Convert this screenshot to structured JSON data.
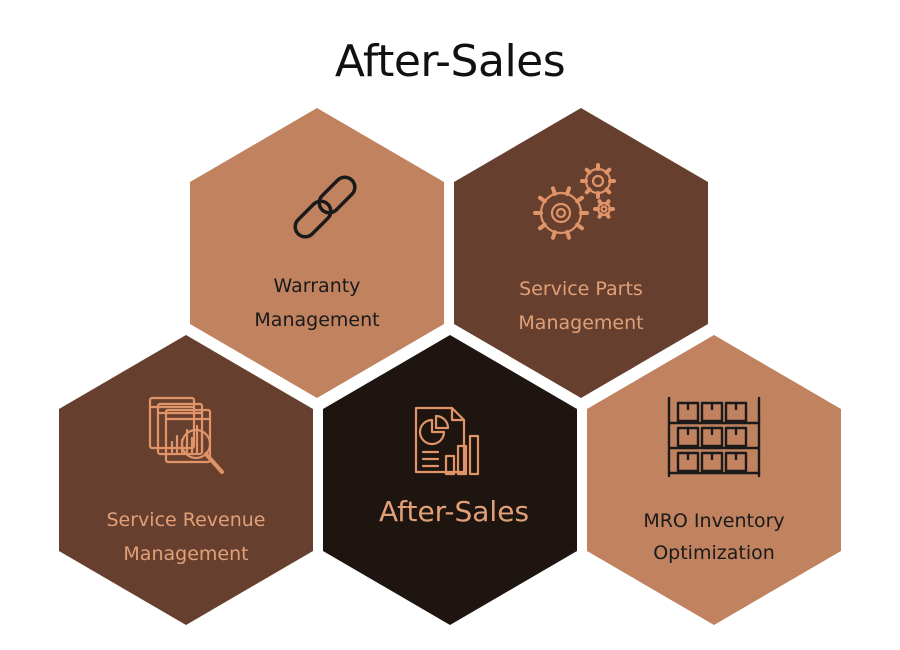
{
  "title": "After-Sales",
  "colors": {
    "light": "#c18260",
    "dark": "#673f2f",
    "center": "#1e1410",
    "text_on_light": "#1a1a1a",
    "text_on_dark": "#e2a078",
    "icon_on_light": "#1a1a1a",
    "icon_on_dark": "#e09468"
  },
  "hexagons": [
    {
      "id": "warranty",
      "tone": "light",
      "icon": "chain-link-icon",
      "lines": [
        "Warranty",
        "Management"
      ]
    },
    {
      "id": "service-parts",
      "tone": "dark",
      "icon": "gears-icon",
      "lines": [
        "Service Parts",
        "Management"
      ]
    },
    {
      "id": "service-revenue",
      "tone": "dark",
      "icon": "revenue-analytics-icon",
      "lines": [
        "Service Revenue",
        "Management"
      ]
    },
    {
      "id": "after-sales",
      "tone": "center",
      "icon": "report-chart-icon",
      "lines": [
        "After-Sales"
      ]
    },
    {
      "id": "mro",
      "tone": "light",
      "icon": "warehouse-shelves-icon",
      "lines": [
        "MRO Inventory",
        "Optimization"
      ]
    }
  ]
}
